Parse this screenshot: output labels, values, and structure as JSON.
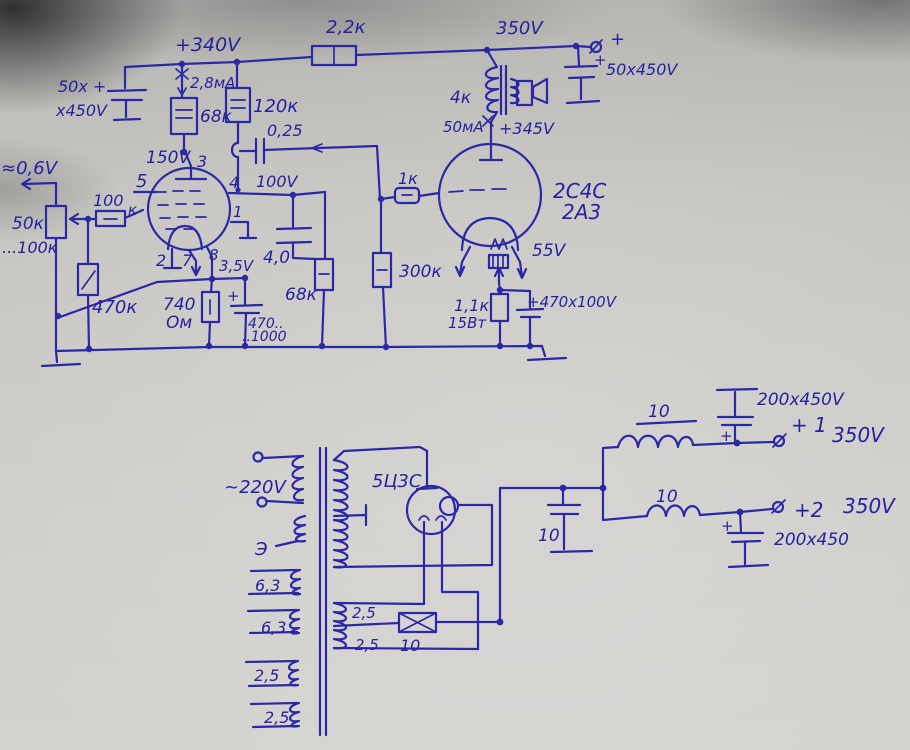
{
  "amp": {
    "v340": "+340V",
    "r22": "2,2к",
    "v350": "350V",
    "term_plus": "+",
    "cap_right_plus": "+",
    "cap_right": "50х450V",
    "cap_left1": "50х +",
    "cap_left2": "х450V",
    "i28": "2,8мА",
    "r68a": "68к",
    "r120": "120к",
    "c025": "0,25",
    "v150": "150V",
    "vin": "≈0,6V",
    "pot1": "50к",
    "pot2": "...100к",
    "r100": "100",
    "r100u": "к",
    "r470k": "470к",
    "p3": "3",
    "p5": "5",
    "p4": "4",
    "p1": "1",
    "p2": "2",
    "p7": "7",
    "p8": "8",
    "v100": "100V",
    "v35": "3,5V",
    "r740a": "740",
    "r740b": "Ом",
    "ccath_plus": "+",
    "ccath1": "470..",
    "ccath2": "..1000",
    "c40": "4,0",
    "r68b": "68к",
    "r300k": "300к",
    "r1k": "1к",
    "opt": "4к",
    "i50": "50мА",
    "v345": "+345V",
    "tube1": "2С4С",
    "tube2": "2А3",
    "v55": "55V",
    "r11k": "1,1к",
    "r11w": "15Вт",
    "cbias": "+470х100V"
  },
  "psu": {
    "mains": "~220V",
    "screen": "Э",
    "w63a": "6,3",
    "w63b": "6,3",
    "w25a": "2,5",
    "w25b": "2,5",
    "rect": "5Ц3С",
    "fil1": "2,5",
    "fil2": "2,5",
    "hum": "10",
    "ch1": "10",
    "ch2": "10",
    "cfil": "10",
    "c1": "200х450V",
    "c1plus": "+",
    "c2": "200х450",
    "c2plus": "+",
    "o1p": "+ 1",
    "o1v": "350V",
    "o2p": "+2",
    "o2v": "350V"
  }
}
